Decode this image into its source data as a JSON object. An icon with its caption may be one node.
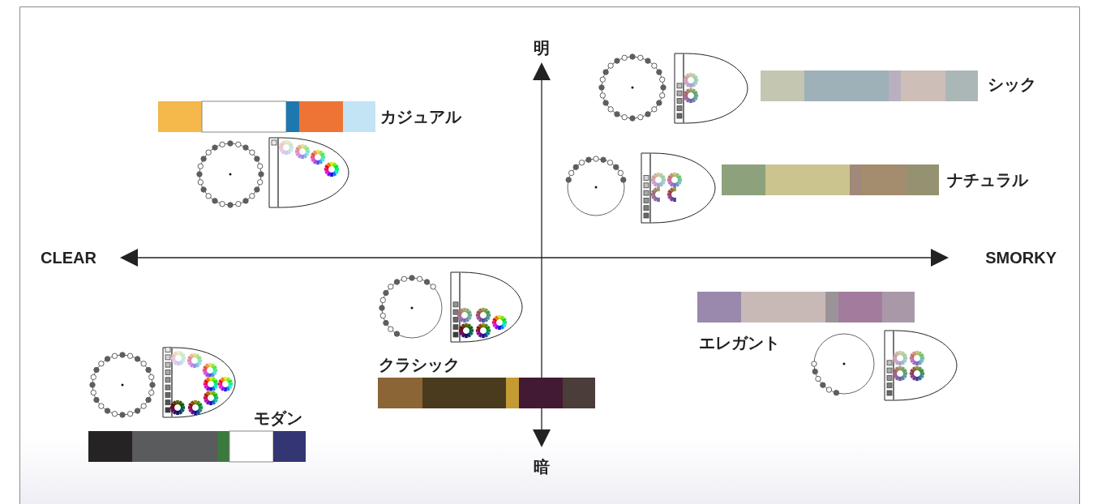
{
  "diagram": {
    "labels": [
      "明",
      "シック",
      "カジュアル",
      "ナチュラル",
      "CLEAR",
      "SMORKY",
      "エレガント",
      "クラシック",
      "モダン",
      "暗"
    ]
  }
}
